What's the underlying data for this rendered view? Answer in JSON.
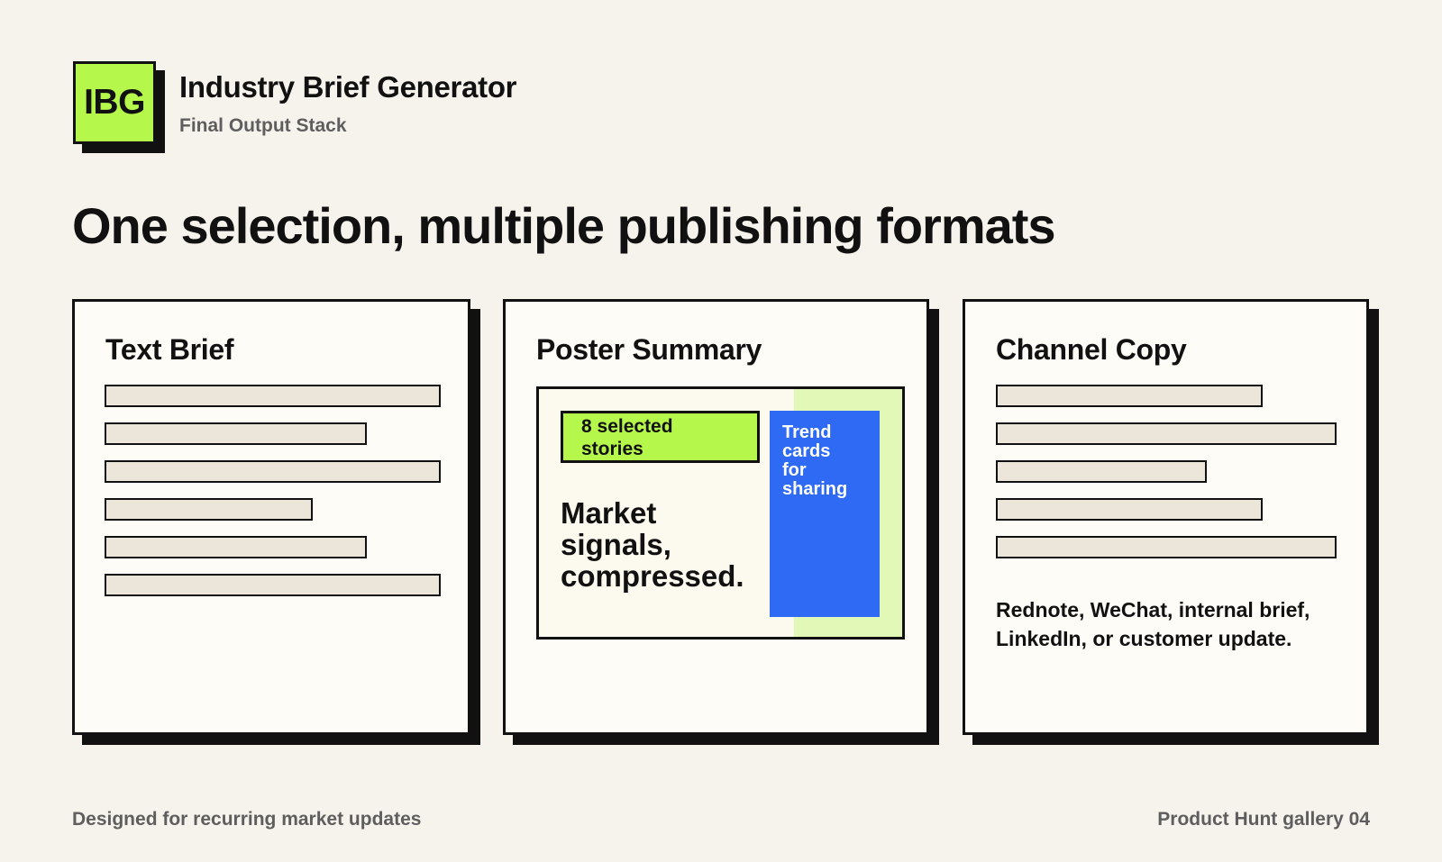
{
  "header": {
    "logo_text": "IBG",
    "title": "Industry Brief Generator",
    "subtitle": "Final Output Stack"
  },
  "headline": "One selection, multiple publishing formats",
  "panels": {
    "text_brief": {
      "title": "Text Brief"
    },
    "poster_summary": {
      "title": "Poster Summary",
      "badge_line1": "8 selected",
      "badge_line2": "stories",
      "headline_line1": "Market",
      "headline_line2": "signals,",
      "headline_line3": "compressed.",
      "card_line1": "Trend",
      "card_line2": "cards",
      "card_line3": "for",
      "card_line4": "sharing"
    },
    "channel_copy": {
      "title": "Channel Copy",
      "description": "Rednote, WeChat, internal brief, LinkedIn, or customer update."
    }
  },
  "colors": {
    "background": "#f6f3ec",
    "accent_green": "#b5f74a",
    "accent_blue": "#2f6af5",
    "ink": "#111111"
  },
  "footer": {
    "left": "Designed for recurring market updates",
    "right": "Product Hunt gallery 04"
  }
}
